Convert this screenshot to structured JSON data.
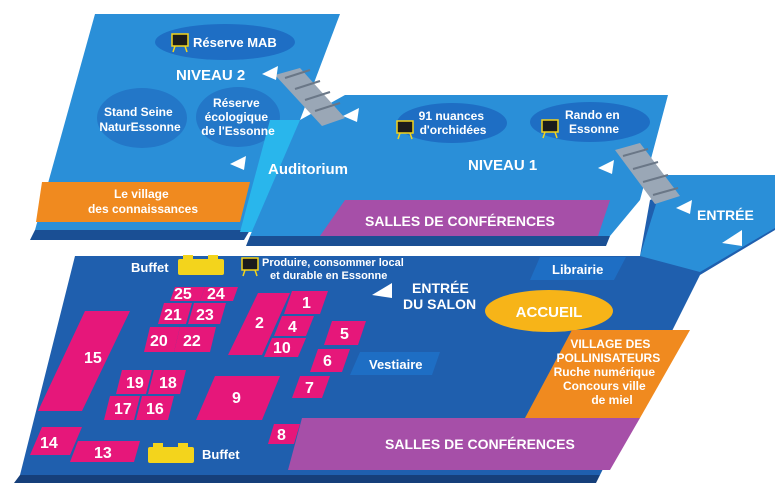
{
  "floors": {
    "niveau2": {
      "title": "NIVEAU 2"
    },
    "niveau1": {
      "title": "NIVEAU 1"
    }
  },
  "areas": {
    "reserve_mab": "Réserve MAB",
    "stand_seine": [
      "Stand Seine",
      "NaturEssonne"
    ],
    "reserve_eco": [
      "Réserve",
      "écologique",
      "de l'Essonne"
    ],
    "auditorium": "Auditorium",
    "village_connaissances": [
      "Le village",
      "des connaissances"
    ],
    "nuances": [
      "91 nuances",
      "d'orchidées"
    ],
    "rando": [
      "Rando en",
      "Essonne"
    ],
    "salles_haut": "SALLES DE CONFÉRENCES",
    "entree": "ENTRÉE",
    "librairie": "Librairie",
    "entree_salon": [
      "ENTRÉE",
      "DU SALON"
    ],
    "accueil": "ACCUEIL",
    "vestiaire": "Vestiaire",
    "village_pollinisateurs": [
      "VILLAGE DES",
      "POLLINISATEURS",
      "Ruche numérique",
      "Concours ville",
      "de miel"
    ],
    "salles_bas": "SALLES DE CONFÉRENCES",
    "buffet_top": "Buffet",
    "buffet_bottom": "Buffet",
    "produire": [
      "Produire, consommer local",
      "et durable en Essonne"
    ]
  },
  "stands": [
    "1",
    "2",
    "4",
    "5",
    "6",
    "7",
    "8",
    "9",
    "10",
    "13",
    "14",
    "15",
    "16",
    "17",
    "18",
    "19",
    "20",
    "21",
    "22",
    "23",
    "24",
    "25"
  ],
  "colors": {
    "floor_blue": "#2a8fd8",
    "floor_dark": "#1f5fae",
    "light_blue": "#29abe2",
    "stand_pink": "#e6177a",
    "orange": "#f08a1f",
    "purple": "#a64fa8",
    "accueil_yellow": "#f7b418",
    "buffet_yellow": "#f3d41c"
  }
}
